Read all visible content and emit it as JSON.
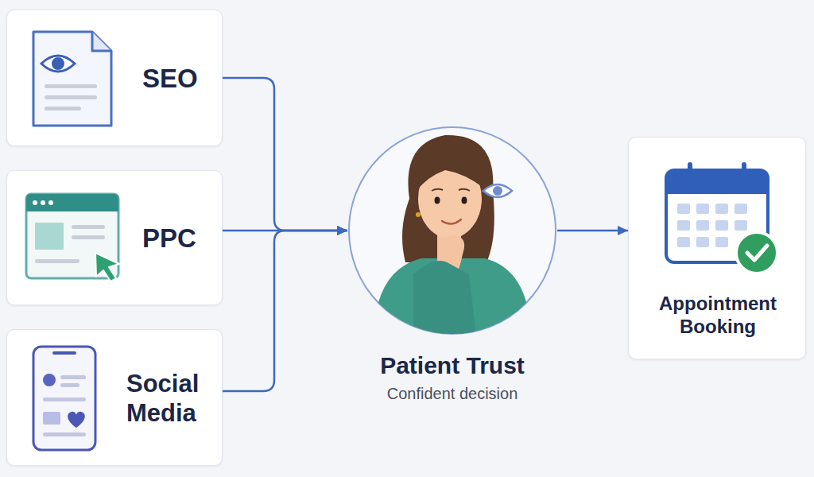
{
  "diagram": {
    "nodes": [
      {
        "text": [
          "SEO"
        ]
      },
      {
        "text": [
          "PPC"
        ]
      },
      {
        "text": [
          "Social Media"
        ]
      },
      {
        "text": [
          "Patient Trust",
          "Confident decision"
        ]
      },
      {
        "text": [
          "Appointment Booking"
        ]
      }
    ],
    "edges": [
      {
        "from": 0,
        "to": 3,
        "arrow": "to"
      },
      {
        "from": 1,
        "to": 3,
        "arrow": "to"
      },
      {
        "from": 2,
        "to": 3,
        "arrow": "to"
      },
      {
        "from": 3,
        "to": 4,
        "arrow": "to"
      }
    ]
  }
}
